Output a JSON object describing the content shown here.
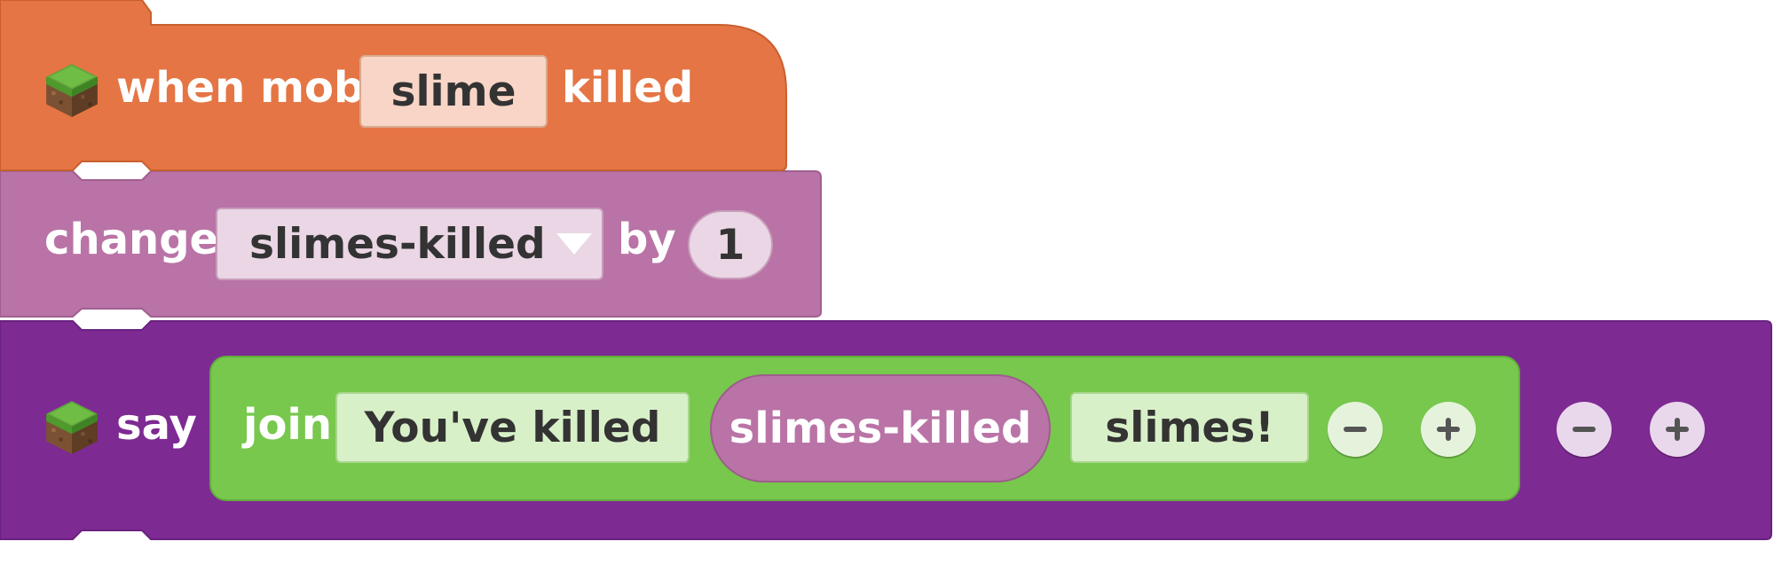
{
  "event_block": {
    "icon": "grass-block-icon",
    "label_before": "when mob",
    "mob_value": "slime",
    "label_after": "killed",
    "color": "#e57544"
  },
  "change_block": {
    "label": "change",
    "variable": "slimes-killed",
    "by_label": "by",
    "amount": "1",
    "color": "#b973a6"
  },
  "say_block": {
    "icon": "grass-block-icon",
    "label": "say",
    "color": "#7e2a93",
    "join": {
      "label": "join",
      "text1": "You've killed",
      "variable": "slimes-killed",
      "text2": "slimes!",
      "color": "#77c84d"
    }
  }
}
